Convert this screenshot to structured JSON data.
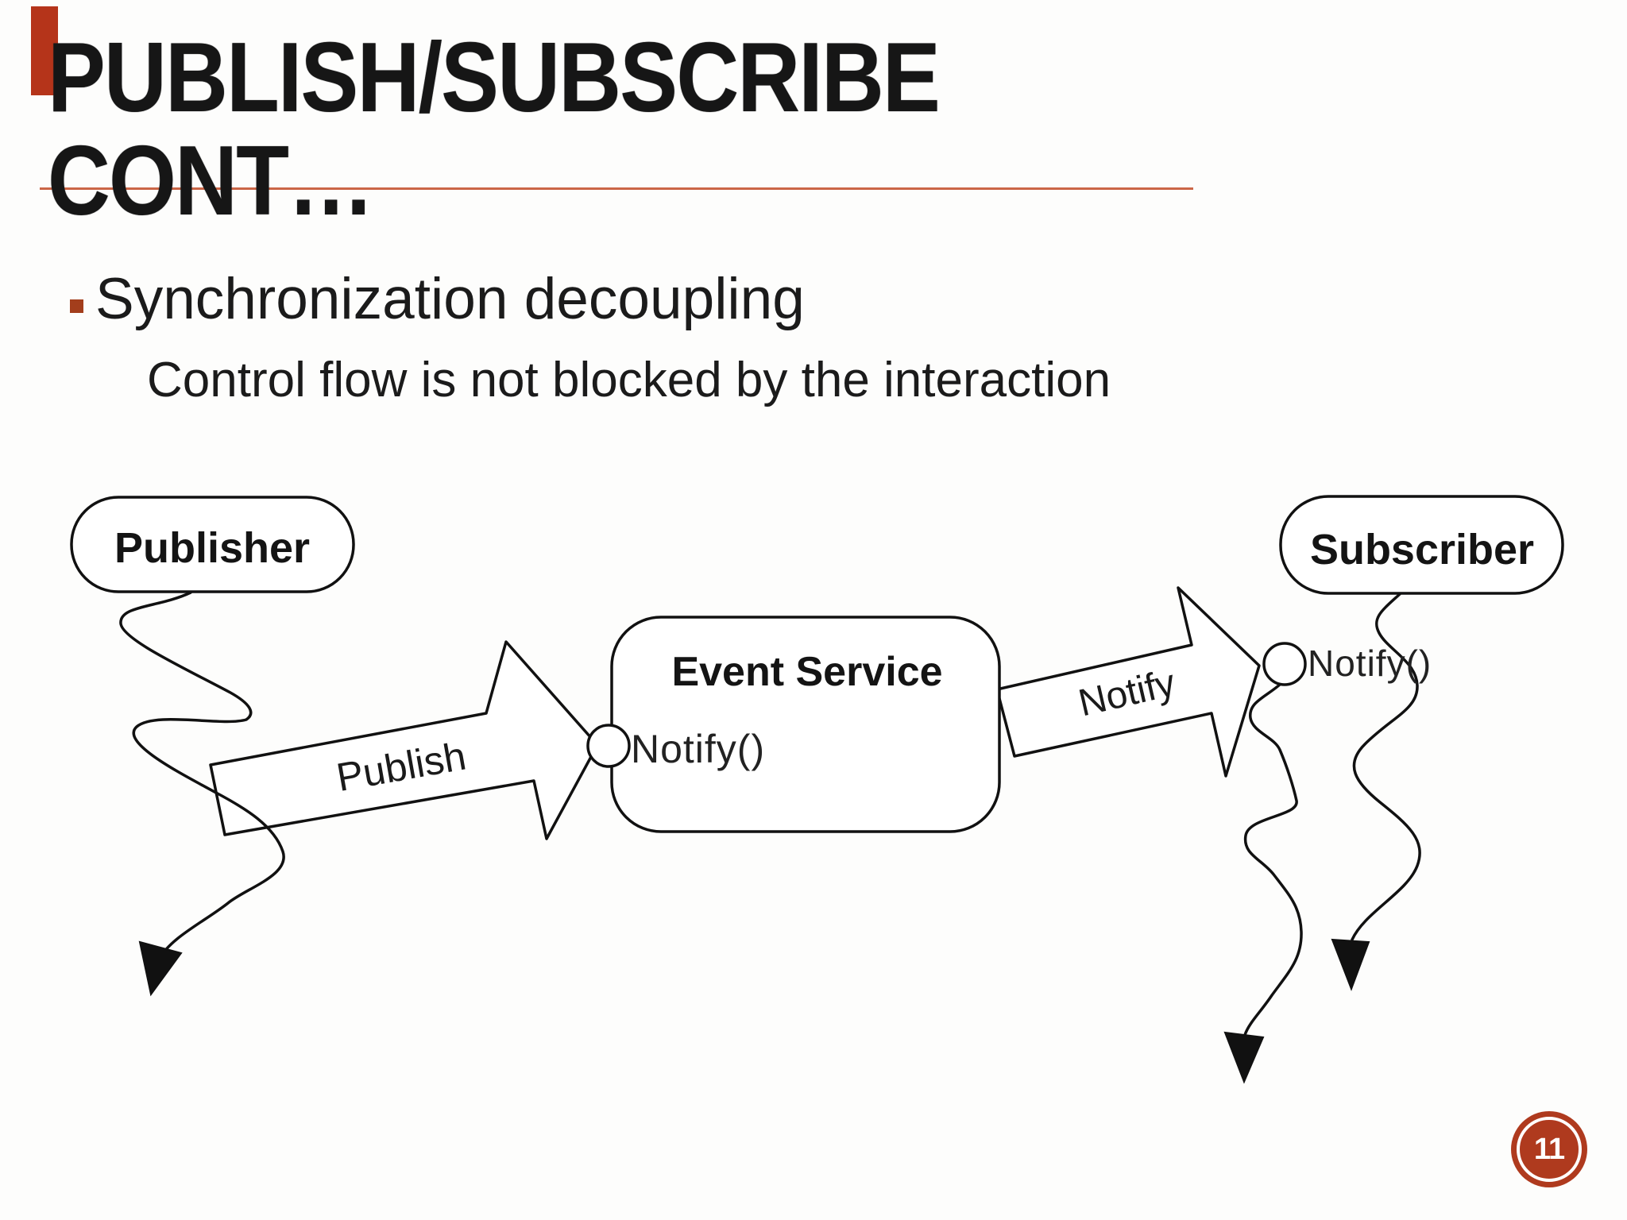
{
  "slide": {
    "title_line1": "PUBLISH/SUBSCRIBE",
    "title_line2": "CONT…",
    "bullet_text": "Synchronization decoupling",
    "sub_text": "Control flow is not blocked by the interaction",
    "page_number": "11"
  },
  "diagram": {
    "publisher_label": "Publisher",
    "subscriber_label": "Subscriber",
    "event_service_label": "Event Service",
    "notify_method_left": "Notify()",
    "notify_method_right": "Notify()",
    "publish_arrow_label": "Publish",
    "notify_arrow_label": "Notify"
  },
  "colors": {
    "accent_bar": "#b5341a",
    "title_rule": "#cb6647",
    "bullet_square": "#a33e1c",
    "badge_fill": "#af3a1e",
    "badge_ring": "#ffffff",
    "ink": "#151515",
    "diagram_stroke": "#111111"
  }
}
